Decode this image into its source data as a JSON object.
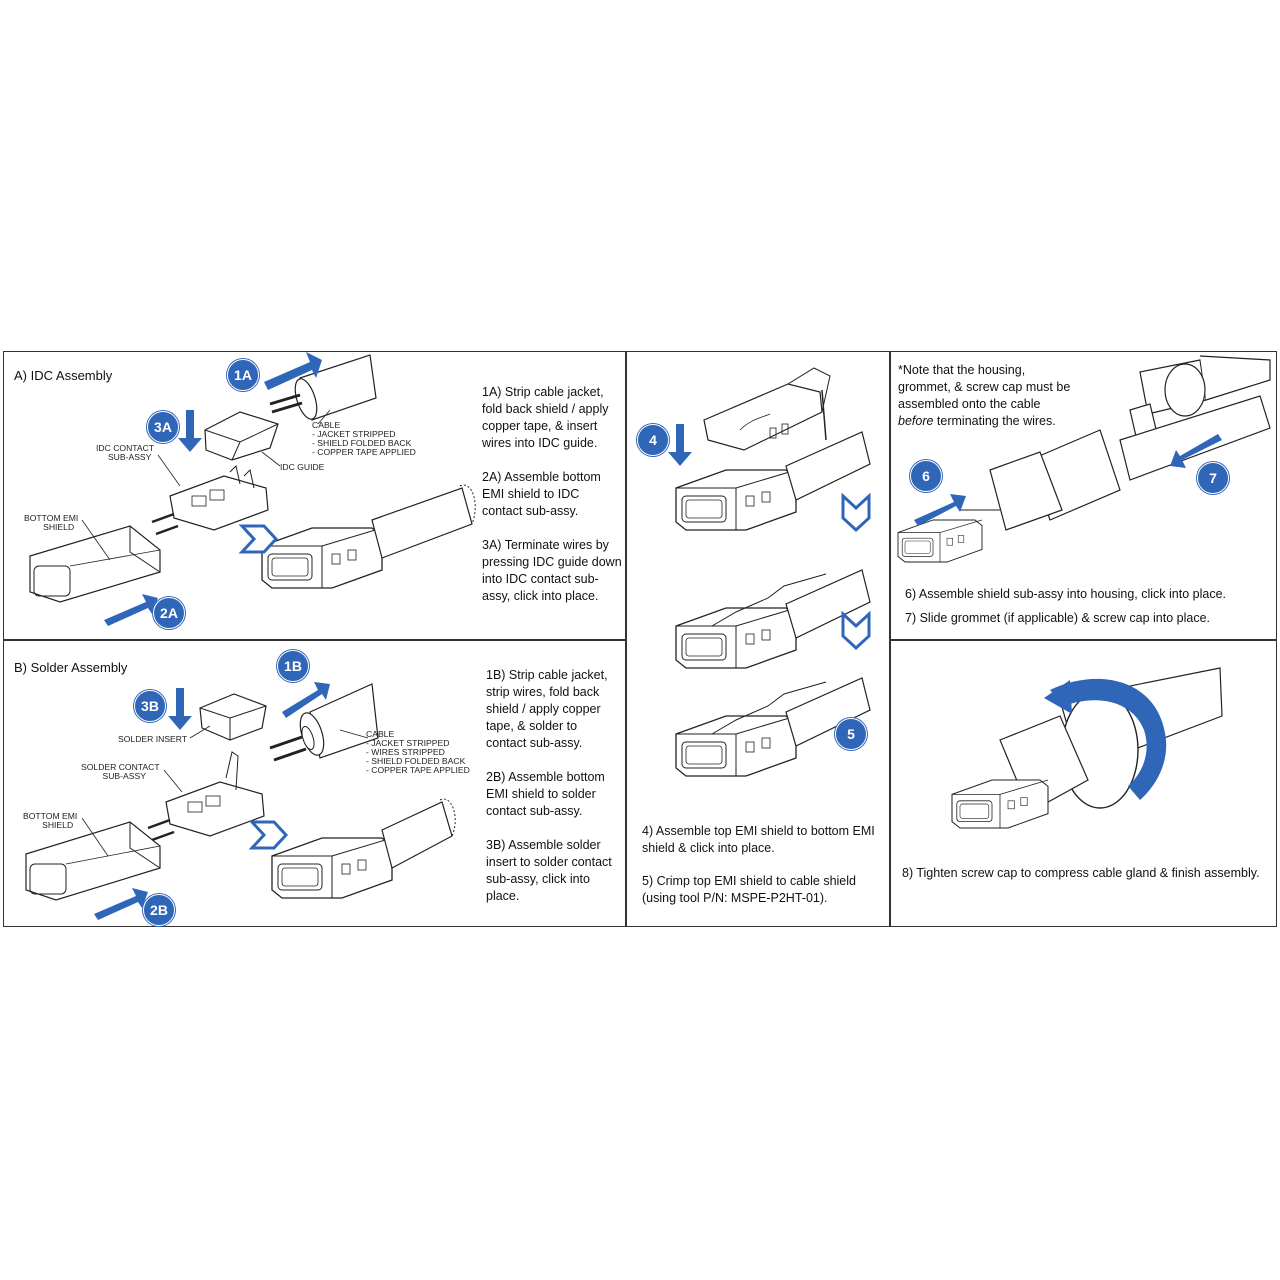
{
  "panel_a": {
    "title": "A) IDC Assembly",
    "labels": {
      "cable": "CABLE\n- JACKET STRIPPED\n- SHIELD FOLDED BACK\n- COPPER TAPE APPLIED",
      "idc_contact": "IDC CONTACT\n     SUB-ASSY",
      "idc_guide": "IDC GUIDE",
      "bottom_emi": "BOTTOM EMI\n        SHIELD"
    },
    "badges": {
      "b1": "1A",
      "b2": "2A",
      "b3": "3A"
    },
    "steps": [
      "1A) Strip cable jacket, fold back shield / apply copper tape, & insert wires into IDC guide.",
      "2A) Assemble bottom EMI shield to IDC contact sub-assy.",
      "3A) Terminate wires by pressing IDC guide down into IDC contact sub-assy, click into place."
    ]
  },
  "panel_b": {
    "title": "B) Solder Assembly",
    "labels": {
      "cable": "CABLE\n- JACKET STRIPPED\n- WIRES STRIPPED\n- SHIELD FOLDED BACK\n- COPPER TAPE APPLIED",
      "solder_insert": "SOLDER INSERT",
      "solder_contact": "SOLDER CONTACT\n         SUB-ASSY",
      "bottom_emi": "BOTTOM EMI\n        SHIELD"
    },
    "badges": {
      "b1": "1B",
      "b2": "2B",
      "b3": "3B"
    },
    "steps": [
      "1B) Strip cable jacket, strip wires, fold back shield / apply copper tape, & solder to contact sub-assy.",
      "2B) Assemble bottom EMI shield to solder contact sub-assy.",
      "3B) Assemble solder insert to solder contact sub-assy, click into place."
    ]
  },
  "panel_c": {
    "badges": {
      "b4": "4",
      "b5": "5"
    },
    "steps": [
      "4) Assemble top EMI shield to bottom EMI shield & click into place.",
      "5) Crimp top EMI shield to cable shield (using tool P/N: MSPE-P2HT-01)."
    ]
  },
  "panel_d": {
    "note_line1": "*Note that the housing,",
    "note_line2": "grommet, & screw cap must be",
    "note_line3": "assembled onto the cable",
    "note_italic": "before",
    "note_line4_rest": " terminating the wires.",
    "badges": {
      "b6": "6",
      "b7": "7"
    },
    "steps": [
      "6) Assemble shield sub-assy into housing, click into place.",
      "7) Slide grommet (if applicable) & screw cap into place."
    ]
  },
  "panel_e": {
    "steps": [
      "8) Tighten screw cap to compress cable gland & finish assembly."
    ]
  },
  "colors": {
    "accent": "#2f66b8",
    "line": "#333333"
  }
}
